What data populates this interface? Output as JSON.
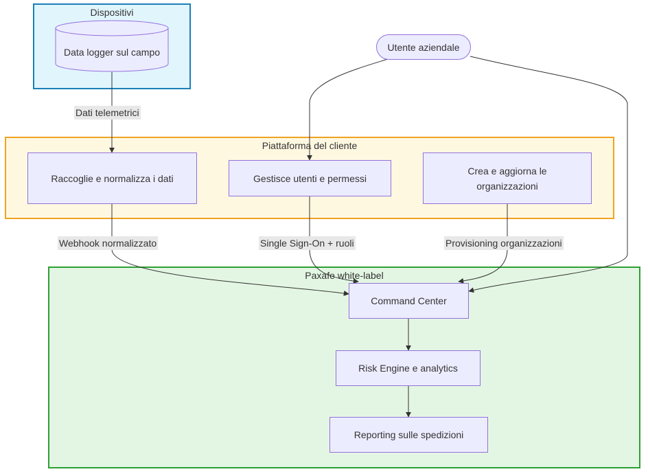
{
  "clusters": {
    "devices": "Dispositivi",
    "client": "Piattaforma del cliente",
    "paxafe": "Paxafe white-label"
  },
  "nodes": {
    "data_logger": "Data logger sul campo",
    "enterprise_user": "Utente aziendale",
    "collect": "Raccoglie e normalizza i dati",
    "manage_users": "Gestisce utenti e permessi",
    "orgs": "Crea e aggiorna le organizzazioni",
    "command_center": "Command Center",
    "risk_engine": "Risk Engine e analytics",
    "reporting": "Reporting sulle spedizioni"
  },
  "edges": {
    "telemetry": "Dati telemetrici",
    "webhook": "Webhook normalizzato",
    "sso": "Single Sign-On + ruoli",
    "provisioning": "Provisioning organizzazioni"
  },
  "colors": {
    "node_fill": "#ececff",
    "node_border": "#9370db",
    "devices_fill": "#e1f5fd",
    "devices_border": "#1a7fb7",
    "client_fill": "#fff8e1",
    "client_border": "#f0a322",
    "paxafe_fill": "#e3f6e3",
    "paxafe_border": "#2e9f34",
    "edge": "#333333"
  }
}
